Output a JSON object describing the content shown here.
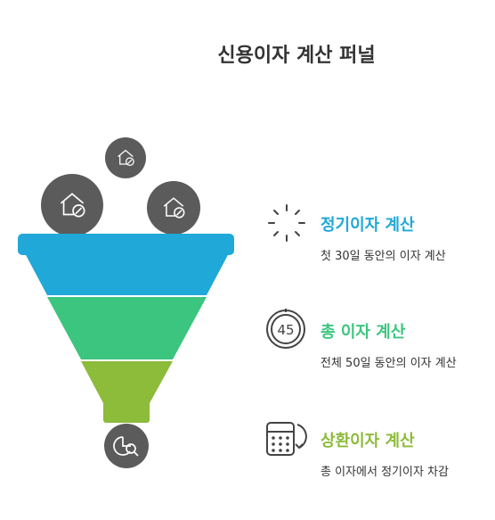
{
  "title": "신용이자 계산 퍼널",
  "colors": {
    "bubble": "#5b5b5b",
    "layer1": "#20a8d8",
    "layer2": "#3cc57f",
    "layer3": "#8dbb3a",
    "icon_stroke": "#444444"
  },
  "bubble_icons": [
    "house-percent-icon",
    "house-percent-icon",
    "house-percent-icon"
  ],
  "output_icon": "chart-search-icon",
  "items": [
    {
      "title": "정기이자 계산",
      "description": "첫 30일 동안의 이자 계산",
      "color": "#20a8d8",
      "icon": "loading-spinner-icon"
    },
    {
      "title": "총 이자 계산",
      "description": "전체 50일 동안의 이자 계산",
      "color": "#3cc57f",
      "icon": "timer-45-icon"
    },
    {
      "title": "상환이자 계산",
      "description": "총 이자에서 정기이자 차감",
      "color": "#8dbb3a",
      "icon": "calculator-refresh-icon"
    }
  ]
}
